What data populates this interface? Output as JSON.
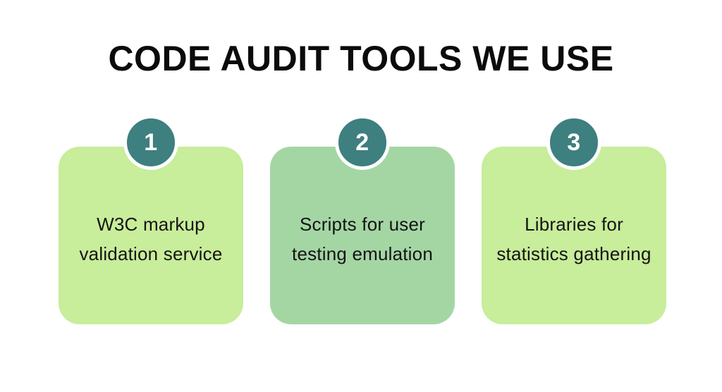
{
  "slide": {
    "background_color": "#FFFFFF",
    "title": "CODE AUDIT TOOLS WE USE",
    "title_color": "#0B0B0B"
  },
  "palette": {
    "badge_teal": "#3E7F80",
    "badge_ring": "#FFFFFF",
    "card_light_green": "#C8ED9B",
    "card_sage_green": "#A4D6A4",
    "card_text": "#141414"
  },
  "cards": [
    {
      "number": "1",
      "text": "W3C markup validation service",
      "lines": [
        "W3C markup",
        "validation",
        "service"
      ],
      "fill": "#C8ED9B",
      "badge_color": "#3E7F80"
    },
    {
      "number": "2",
      "text": "Scripts for user testing emulation",
      "lines": [
        "Scripts for user",
        "testing",
        "emulation"
      ],
      "fill": "#A4D6A4",
      "badge_color": "#3E7F80"
    },
    {
      "number": "3",
      "text": "Libraries for statistics gathering",
      "lines": [
        "Libraries for",
        "statistics",
        "gathering"
      ],
      "fill": "#C8ED9B",
      "badge_color": "#3E7F80"
    }
  ]
}
